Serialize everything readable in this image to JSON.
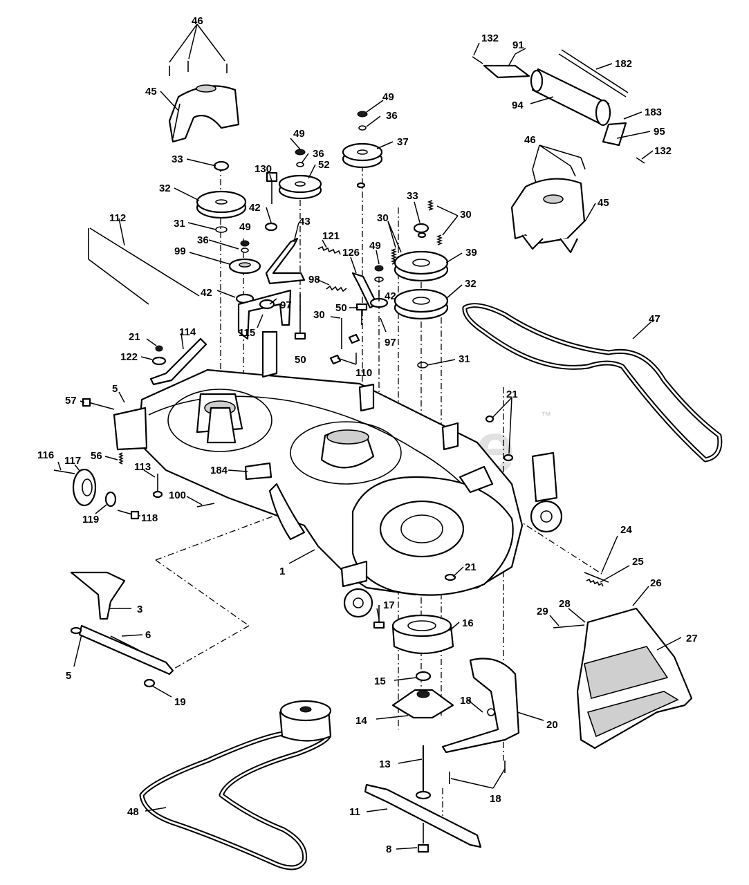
{
  "watermark": {
    "brand": "PartsTree",
    "trademark": "™"
  },
  "callouts": [
    {
      "id": "c46a",
      "text": "46"
    },
    {
      "id": "c45a",
      "text": "45"
    },
    {
      "id": "c33a",
      "text": "33"
    },
    {
      "id": "c32a",
      "text": "32"
    },
    {
      "id": "c31a",
      "text": "31"
    },
    {
      "id": "c112",
      "text": "112"
    },
    {
      "id": "c36a",
      "text": "36"
    },
    {
      "id": "c99",
      "text": "99"
    },
    {
      "id": "c49a",
      "text": "49"
    },
    {
      "id": "c42a",
      "text": "42"
    },
    {
      "id": "c130",
      "text": "130"
    },
    {
      "id": "c42b",
      "text": "42"
    },
    {
      "id": "c49b",
      "text": "49"
    },
    {
      "id": "c36b",
      "text": "36"
    },
    {
      "id": "c52",
      "text": "52"
    },
    {
      "id": "c43",
      "text": "43"
    },
    {
      "id": "c49c",
      "text": "49"
    },
    {
      "id": "c36c",
      "text": "36"
    },
    {
      "id": "c37",
      "text": "37"
    },
    {
      "id": "c121",
      "text": "121"
    },
    {
      "id": "c98",
      "text": "98"
    },
    {
      "id": "c97a",
      "text": "97"
    },
    {
      "id": "c115",
      "text": "115"
    },
    {
      "id": "c50a",
      "text": "50"
    },
    {
      "id": "c126",
      "text": "126"
    },
    {
      "id": "c49d",
      "text": "49"
    },
    {
      "id": "c42c",
      "text": "42"
    },
    {
      "id": "c50b",
      "text": "50"
    },
    {
      "id": "c97b",
      "text": "97"
    },
    {
      "id": "c30a",
      "text": "30"
    },
    {
      "id": "c110",
      "text": "110"
    },
    {
      "id": "c30b",
      "text": "30"
    },
    {
      "id": "c33b",
      "text": "33"
    },
    {
      "id": "c30c",
      "text": "30"
    },
    {
      "id": "c39",
      "text": "39"
    },
    {
      "id": "c32b",
      "text": "32"
    },
    {
      "id": "c31b",
      "text": "31"
    },
    {
      "id": "c132a",
      "text": "132"
    },
    {
      "id": "c91",
      "text": "91"
    },
    {
      "id": "c182",
      "text": "182"
    },
    {
      "id": "c94",
      "text": "94"
    },
    {
      "id": "c183",
      "text": "183"
    },
    {
      "id": "c95",
      "text": "95"
    },
    {
      "id": "c132b",
      "text": "132"
    },
    {
      "id": "c46b",
      "text": "46"
    },
    {
      "id": "c45b",
      "text": "45"
    },
    {
      "id": "c47",
      "text": "47"
    },
    {
      "id": "c21a",
      "text": "21"
    },
    {
      "id": "c122",
      "text": "122"
    },
    {
      "id": "c114",
      "text": "114"
    },
    {
      "id": "c5a",
      "text": "5"
    },
    {
      "id": "c57",
      "text": "57"
    },
    {
      "id": "c21b",
      "text": "21"
    },
    {
      "id": "c116",
      "text": "116"
    },
    {
      "id": "c117",
      "text": "117"
    },
    {
      "id": "c56",
      "text": "56"
    },
    {
      "id": "c113",
      "text": "113"
    },
    {
      "id": "c184",
      "text": "184"
    },
    {
      "id": "c100",
      "text": "100"
    },
    {
      "id": "c119",
      "text": "119"
    },
    {
      "id": "c118",
      "text": "118"
    },
    {
      "id": "c1",
      "text": "1"
    },
    {
      "id": "c24",
      "text": "24"
    },
    {
      "id": "c25",
      "text": "25"
    },
    {
      "id": "c26",
      "text": "26"
    },
    {
      "id": "c21c",
      "text": "21"
    },
    {
      "id": "c29",
      "text": "29"
    },
    {
      "id": "c28",
      "text": "28"
    },
    {
      "id": "c27",
      "text": "27"
    },
    {
      "id": "c17",
      "text": "17"
    },
    {
      "id": "c16",
      "text": "16"
    },
    {
      "id": "c3",
      "text": "3"
    },
    {
      "id": "c6",
      "text": "6"
    },
    {
      "id": "c5b",
      "text": "5"
    },
    {
      "id": "c19",
      "text": "19"
    },
    {
      "id": "c15",
      "text": "15"
    },
    {
      "id": "c14",
      "text": "14"
    },
    {
      "id": "c18a",
      "text": "18"
    },
    {
      "id": "c20",
      "text": "20"
    },
    {
      "id": "c13",
      "text": "13"
    },
    {
      "id": "c18b",
      "text": "18"
    },
    {
      "id": "c11",
      "text": "11"
    },
    {
      "id": "c48",
      "text": "48"
    },
    {
      "id": "c8",
      "text": "8"
    }
  ]
}
